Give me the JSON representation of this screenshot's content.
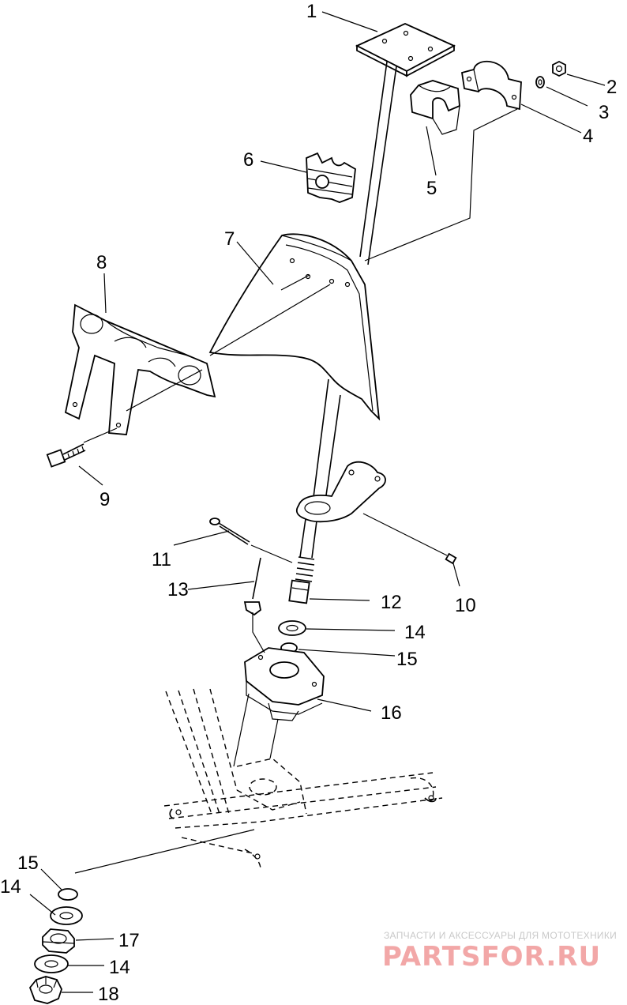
{
  "callouts": {
    "c1": "1",
    "c2": "2",
    "c3": "3",
    "c4": "4",
    "c5": "5",
    "c6": "6",
    "c7": "7",
    "c8": "8",
    "c9": "9",
    "c10": "10",
    "c11": "11",
    "c12": "12",
    "c13": "13",
    "c14a": "14",
    "c15a": "15",
    "c16": "16",
    "c15b": "15",
    "c14b": "14",
    "c17": "17",
    "c14c": "14",
    "c18": "18"
  },
  "watermark": {
    "tagline": "ЗАПЧАСТИ И АКСЕССУАРЫ ДЛЯ МОТОТЕХНИКИ",
    "logo": "PARTSFOR.RU"
  },
  "colors": {
    "line": "#000000",
    "watermark_logo": "#f2a7a7",
    "watermark_text": "#c9c9c9"
  }
}
